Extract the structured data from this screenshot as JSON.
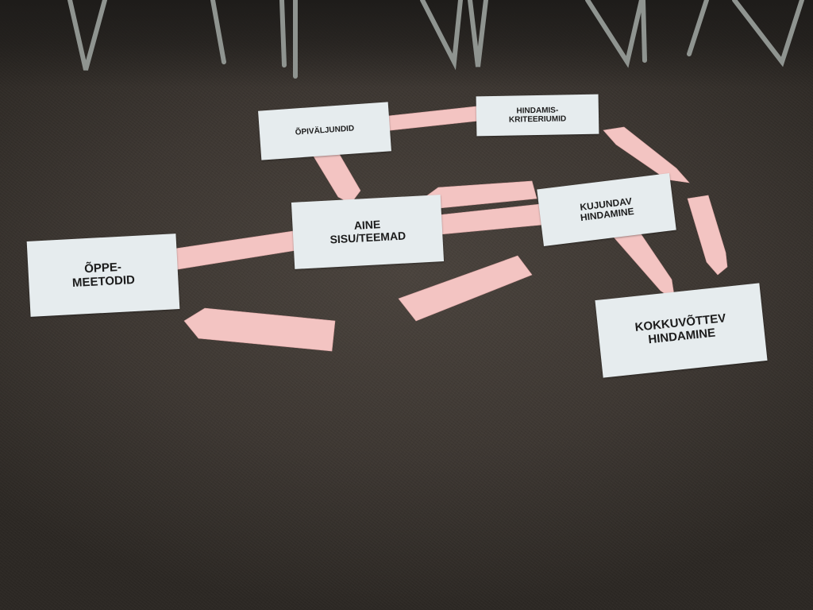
{
  "scene": {
    "floor_color": "#3d3732",
    "card_color": "#e6ecee",
    "arrow_color": "#f3c4c2",
    "text_color": "#1c1c1c"
  },
  "cards": {
    "opivaljundid": "ÕPIVÄLJUNDID",
    "hindamiskriteeriumid": "HINDAMIS-\nKRITEERIUMID",
    "aine_sisu": "AINE\nSISU/TEEMAD",
    "kujundav": "KUJUNDAV\nHINDAMINE",
    "oppemeetodid": "ÕPPE-\nMEETODID",
    "kokkuvottev": "KOKKUVÕTTEV\nHINDAMINE"
  }
}
